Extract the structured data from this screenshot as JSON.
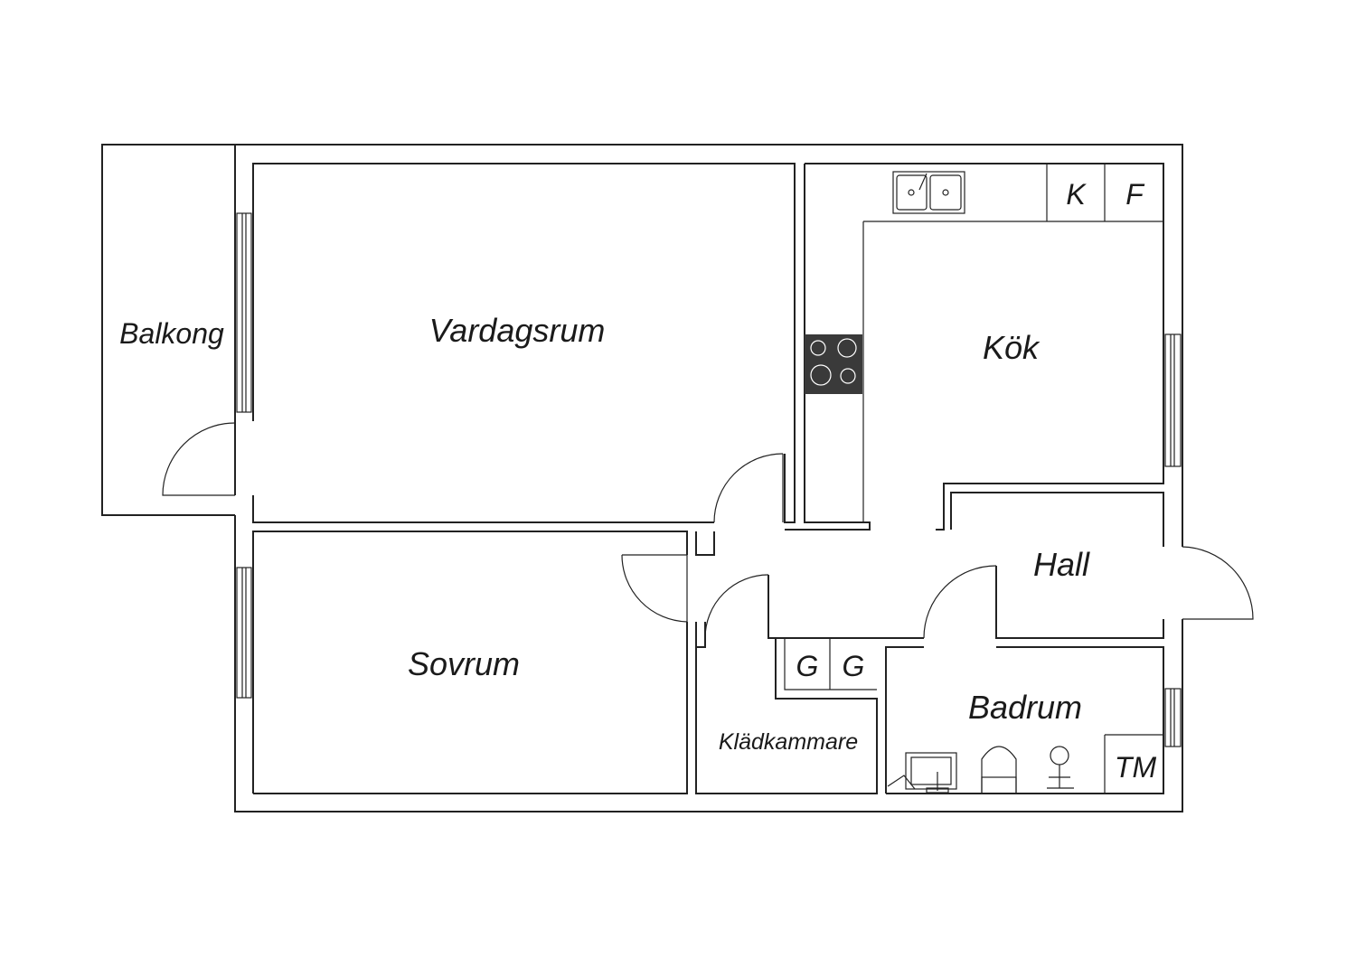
{
  "rooms": {
    "balkong": "Balkong",
    "vardagsrum": "Vardagsrum",
    "kok": "Kök",
    "hall": "Hall",
    "sovrum": "Sovrum",
    "kladkammare": "Klädkammare",
    "badrum": "Badrum"
  },
  "fixtures": {
    "k": "K",
    "f": "F",
    "g1": "G",
    "g2": "G",
    "tm": "TM"
  },
  "colors": {
    "wall": "#222222",
    "stove": "#3a3a3a",
    "background": "#ffffff"
  }
}
